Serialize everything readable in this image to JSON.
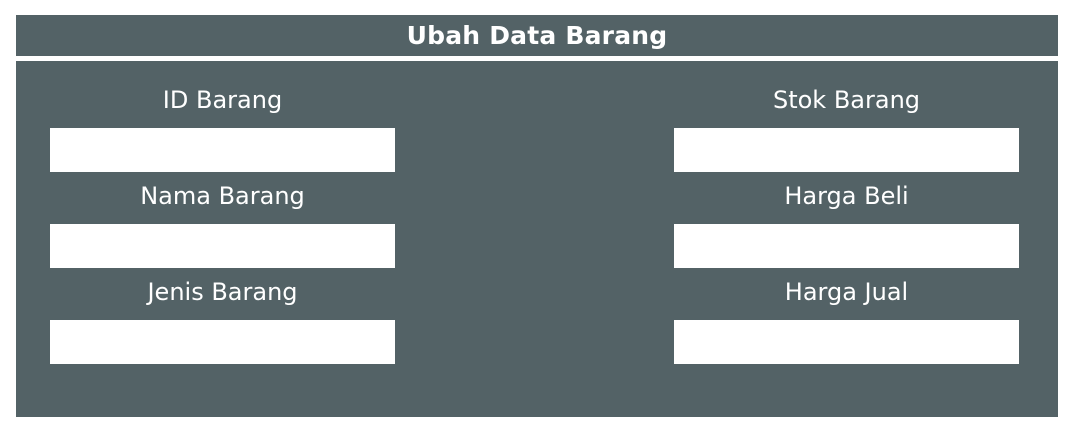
{
  "header": {
    "title": "Ubah Data Barang"
  },
  "form": {
    "fields": [
      {
        "label": "ID Barang",
        "value": ""
      },
      {
        "label": "Nama Barang",
        "value": ""
      },
      {
        "label": "Jenis Barang",
        "value": ""
      },
      {
        "label": "Stok Barang",
        "value": ""
      },
      {
        "label": "Harga Beli",
        "value": ""
      },
      {
        "label": "Harga Jual",
        "value": ""
      }
    ]
  },
  "colors": {
    "panel": "#536266",
    "input_background": "#ffffff",
    "text": "#ffffff"
  }
}
